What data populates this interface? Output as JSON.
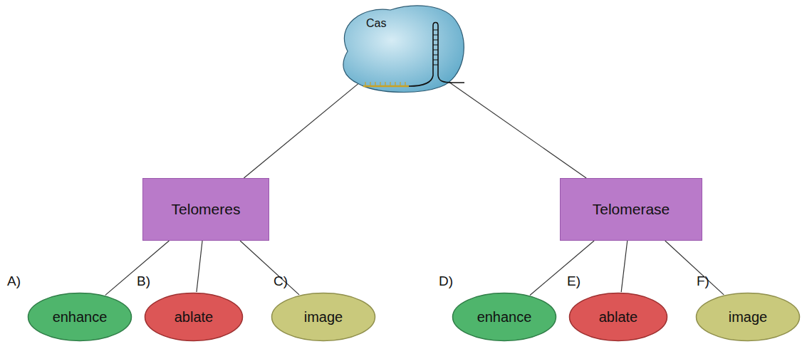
{
  "diagram": {
    "nodes": [
      {
        "text": [
          "Cas"
        ]
      },
      {
        "text": [
          "Telomeres"
        ]
      },
      {
        "text": [
          "Telomerase"
        ]
      },
      {
        "text": [
          "enhance"
        ]
      },
      {
        "text": [
          "ablate"
        ]
      },
      {
        "text": [
          "image"
        ]
      },
      {
        "text": [
          "enhance"
        ]
      },
      {
        "text": [
          "ablate"
        ]
      },
      {
        "text": [
          "image"
        ]
      }
    ],
    "edges": [
      {
        "from": 0,
        "to": 1,
        "arrow": "none"
      },
      {
        "from": 0,
        "to": 2,
        "arrow": "none"
      },
      {
        "from": 1,
        "to": 3,
        "arrow": "none"
      },
      {
        "from": 1,
        "to": 4,
        "arrow": "none"
      },
      {
        "from": 1,
        "to": 5,
        "arrow": "none"
      },
      {
        "from": 2,
        "to": 6,
        "arrow": "none"
      },
      {
        "from": 2,
        "to": 7,
        "arrow": "none"
      },
      {
        "from": 2,
        "to": 8,
        "arrow": "none"
      }
    ],
    "labels": [
      "A)",
      "B)",
      "C)",
      "D)",
      "E)",
      "F)"
    ]
  }
}
